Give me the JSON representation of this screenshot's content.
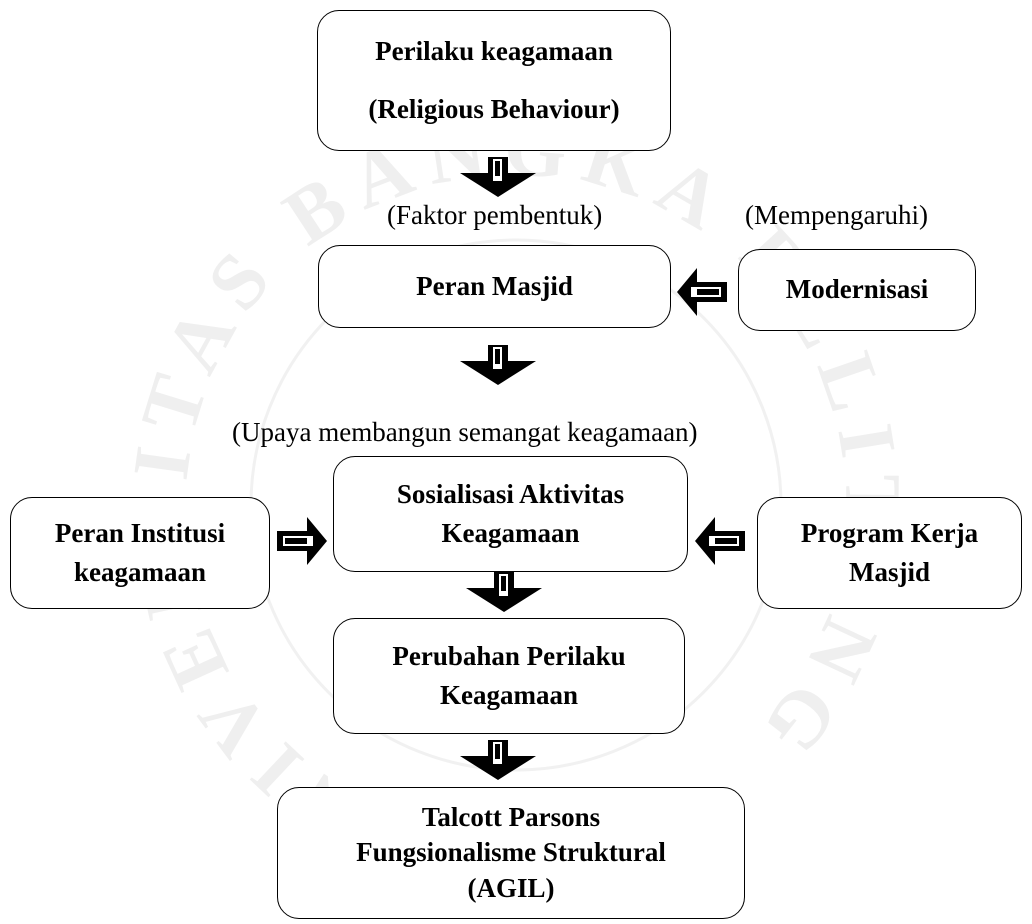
{
  "boxes": {
    "religious_behaviour": {
      "line1": "Perilaku keagamaan",
      "line2": "(Religious Behaviour)"
    },
    "peran_masjid": {
      "line1": "Peran Masjid"
    },
    "modernisasi": {
      "line1": "Modernisasi"
    },
    "sosialisasi": {
      "line1": "Sosialisasi Aktivitas",
      "line2": "Keagamaan"
    },
    "peran_institusi": {
      "line1": "Peran Institusi",
      "line2": "keagamaan"
    },
    "program_kerja": {
      "line1": "Program Kerja",
      "line2": "Masjid"
    },
    "perubahan": {
      "line1": "Perubahan Perilaku",
      "line2": "Keagamaan"
    },
    "talcott": {
      "line1": "Talcott Parsons",
      "line2": "Fungsionalisme Struktural",
      "line3": "(AGIL)"
    }
  },
  "labels": {
    "faktor": "(Faktor pembentuk)",
    "mempengaruhi": "(Mempengaruhi)",
    "upaya": "(Upaya membangun semangat keagamaan)"
  },
  "watermark": {
    "text": "UNIVERSITAS BANGKA BELITUNG"
  },
  "colors": {
    "border": "#000000",
    "arrow": "#000000",
    "watermark": "#e8e8e8"
  }
}
